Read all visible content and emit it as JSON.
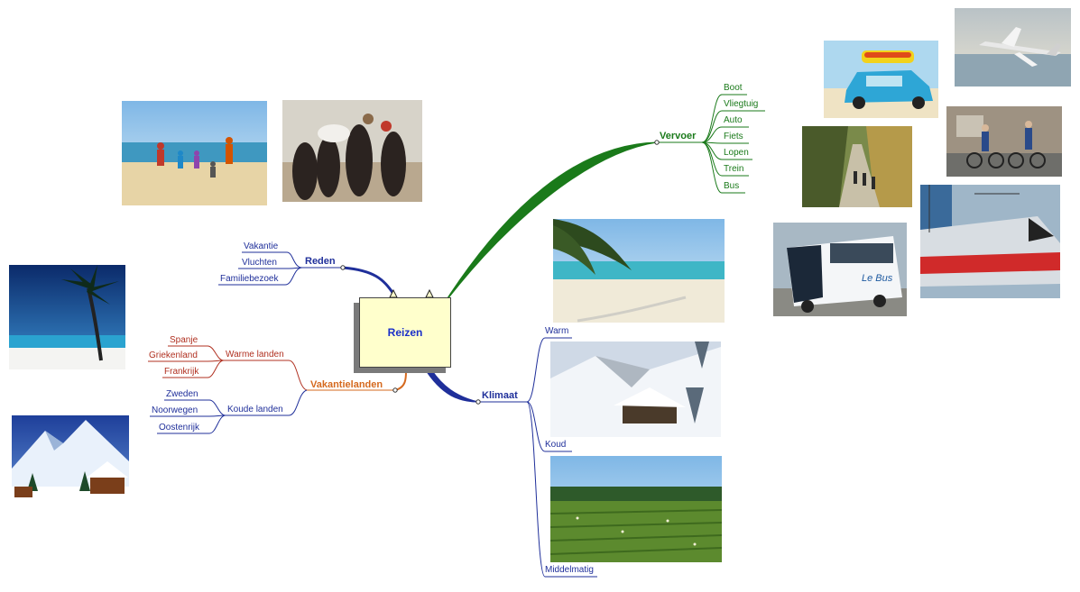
{
  "central": {
    "title": "Reizen"
  },
  "branches": {
    "reden": {
      "label": "Reden",
      "color": "#1f2f9a",
      "items": [
        "Vakantie",
        "Vluchten",
        "Familiebezoek"
      ]
    },
    "vakantielanden": {
      "label": "Vakantielanden",
      "color": "#d5691e",
      "warm": {
        "label": "Warme landen",
        "color": "#b03020",
        "items": [
          "Spanje",
          "Griekenland",
          "Frankrijk"
        ]
      },
      "koud": {
        "label": "Koude landen",
        "color": "#1f2f9a",
        "items": [
          "Zweden",
          "Noorwegen",
          "Oostenrijk"
        ]
      }
    },
    "vervoer": {
      "label": "Vervoer",
      "color": "#1a7a1a",
      "items": [
        "Boot",
        "Vliegtuig",
        "Auto",
        "Fiets",
        "Lopen",
        "Trein",
        "Bus"
      ]
    },
    "klimaat": {
      "label": "Klimaat",
      "color": "#1f2f9a",
      "items": [
        "Warm",
        "Koud",
        "Middelmatig"
      ]
    }
  },
  "icons": [
    "beach-family-photo",
    "refugees-photo",
    "palm-beach-photo",
    "snow-cabin-photo",
    "tropical-beach-photo",
    "snow-house-photo",
    "potato-field-photo",
    "car-photo",
    "airplane-photo",
    "forest-walk-photo",
    "cyclists-photo",
    "bus-photo",
    "train-photo"
  ]
}
